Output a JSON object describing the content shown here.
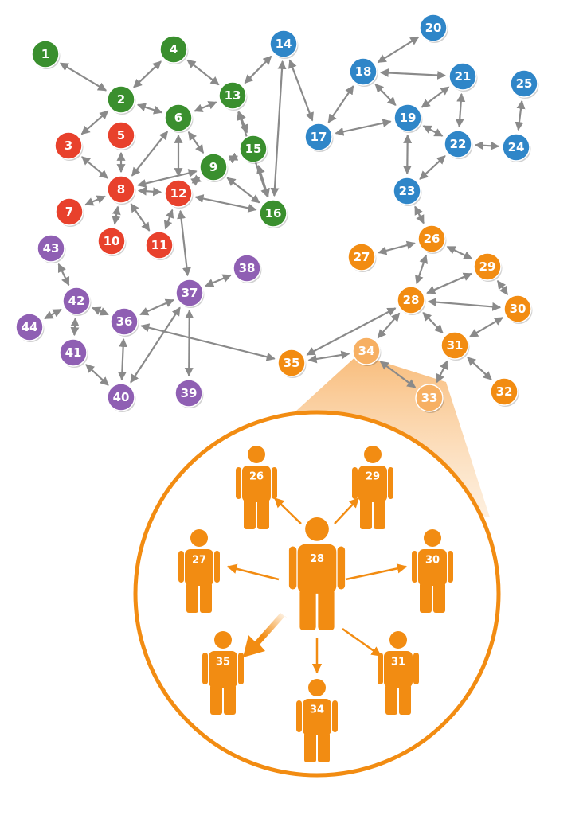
{
  "colors": {
    "green": "#3a8f2e",
    "red": "#e8412c",
    "blue": "#2f86c8",
    "orange": "#f28c12",
    "orange_light": "#f7b063",
    "purple": "#8f5fb3",
    "edge": "#8a8a8a"
  },
  "nodes": [
    {
      "id": "1",
      "label": "1",
      "group": "green"
    },
    {
      "id": "2",
      "label": "2",
      "group": "green"
    },
    {
      "id": "3",
      "label": "3",
      "group": "red"
    },
    {
      "id": "4",
      "label": "4",
      "group": "green"
    },
    {
      "id": "5",
      "label": "5",
      "group": "red"
    },
    {
      "id": "6",
      "label": "6",
      "group": "green"
    },
    {
      "id": "7",
      "label": "7",
      "group": "red"
    },
    {
      "id": "8",
      "label": "8",
      "group": "red"
    },
    {
      "id": "9",
      "label": "9",
      "group": "green"
    },
    {
      "id": "10",
      "label": "10",
      "group": "red"
    },
    {
      "id": "11",
      "label": "11",
      "group": "red"
    },
    {
      "id": "12",
      "label": "12",
      "group": "red"
    },
    {
      "id": "13",
      "label": "13",
      "group": "green"
    },
    {
      "id": "14",
      "label": "14",
      "group": "blue"
    },
    {
      "id": "15",
      "label": "15",
      "group": "green"
    },
    {
      "id": "16",
      "label": "16",
      "group": "green"
    },
    {
      "id": "17",
      "label": "17",
      "group": "blue"
    },
    {
      "id": "18",
      "label": "18",
      "group": "blue"
    },
    {
      "id": "19",
      "label": "19",
      "group": "blue"
    },
    {
      "id": "20",
      "label": "20",
      "group": "blue"
    },
    {
      "id": "21",
      "label": "21",
      "group": "blue"
    },
    {
      "id": "22",
      "label": "22",
      "group": "blue"
    },
    {
      "id": "23",
      "label": "23",
      "group": "blue"
    },
    {
      "id": "24",
      "label": "24",
      "group": "blue"
    },
    {
      "id": "25",
      "label": "25",
      "group": "blue"
    },
    {
      "id": "26",
      "label": "26",
      "group": "orange"
    },
    {
      "id": "27",
      "label": "27",
      "group": "orange"
    },
    {
      "id": "28",
      "label": "28",
      "group": "orange"
    },
    {
      "id": "29",
      "label": "29",
      "group": "orange"
    },
    {
      "id": "30",
      "label": "30",
      "group": "orange"
    },
    {
      "id": "31",
      "label": "31",
      "group": "orange"
    },
    {
      "id": "32",
      "label": "32",
      "group": "orange"
    },
    {
      "id": "33",
      "label": "33",
      "group": "orange_light"
    },
    {
      "id": "34",
      "label": "34",
      "group": "orange_light"
    },
    {
      "id": "35",
      "label": "35",
      "group": "orange"
    },
    {
      "id": "36",
      "label": "36",
      "group": "purple"
    },
    {
      "id": "37",
      "label": "37",
      "group": "purple"
    },
    {
      "id": "38",
      "label": "38",
      "group": "purple"
    },
    {
      "id": "39",
      "label": "39",
      "group": "purple"
    },
    {
      "id": "40",
      "label": "40",
      "group": "purple"
    },
    {
      "id": "41",
      "label": "41",
      "group": "purple"
    },
    {
      "id": "42",
      "label": "42",
      "group": "purple"
    },
    {
      "id": "43",
      "label": "43",
      "group": "purple"
    },
    {
      "id": "44",
      "label": "44",
      "group": "purple"
    }
  ],
  "edges": [
    [
      "1",
      "2"
    ],
    [
      "2",
      "4"
    ],
    [
      "4",
      "13"
    ],
    [
      "2",
      "3"
    ],
    [
      "2",
      "6"
    ],
    [
      "6",
      "13"
    ],
    [
      "13",
      "14"
    ],
    [
      "13",
      "15"
    ],
    [
      "6",
      "8"
    ],
    [
      "6",
      "12"
    ],
    [
      "6",
      "9"
    ],
    [
      "5",
      "8"
    ],
    [
      "3",
      "8"
    ],
    [
      "7",
      "8"
    ],
    [
      "8",
      "10"
    ],
    [
      "8",
      "11"
    ],
    [
      "8",
      "12"
    ],
    [
      "8",
      "9"
    ],
    [
      "12",
      "11"
    ],
    [
      "12",
      "9"
    ],
    [
      "9",
      "15"
    ],
    [
      "9",
      "16"
    ],
    [
      "12",
      "16"
    ],
    [
      "15",
      "16"
    ],
    [
      "14",
      "16"
    ],
    [
      "13",
      "16"
    ],
    [
      "12",
      "37"
    ],
    [
      "14",
      "17"
    ],
    [
      "17",
      "18"
    ],
    [
      "17",
      "19"
    ],
    [
      "18",
      "20"
    ],
    [
      "18",
      "21"
    ],
    [
      "18",
      "19"
    ],
    [
      "19",
      "21"
    ],
    [
      "19",
      "22"
    ],
    [
      "19",
      "23"
    ],
    [
      "21",
      "22"
    ],
    [
      "22",
      "24"
    ],
    [
      "22",
      "23"
    ],
    [
      "24",
      "25"
    ],
    [
      "23",
      "26"
    ],
    [
      "26",
      "27"
    ],
    [
      "26",
      "28"
    ],
    [
      "26",
      "29"
    ],
    [
      "28",
      "29"
    ],
    [
      "29",
      "30"
    ],
    [
      "28",
      "30"
    ],
    [
      "28",
      "31"
    ],
    [
      "30",
      "31"
    ],
    [
      "28",
      "34"
    ],
    [
      "31",
      "32"
    ],
    [
      "31",
      "33"
    ],
    [
      "28",
      "35"
    ],
    [
      "34",
      "35"
    ],
    [
      "34",
      "33"
    ],
    [
      "35",
      "36"
    ],
    [
      "36",
      "37"
    ],
    [
      "37",
      "38"
    ],
    [
      "37",
      "39"
    ],
    [
      "37",
      "40"
    ],
    [
      "36",
      "40"
    ],
    [
      "42",
      "36"
    ],
    [
      "42",
      "43"
    ],
    [
      "42",
      "44"
    ],
    [
      "42",
      "41"
    ],
    [
      "41",
      "40"
    ]
  ],
  "zoom": {
    "center": {
      "id": "28",
      "label": "28"
    },
    "neighbors": [
      {
        "id": "26",
        "label": "26"
      },
      {
        "id": "29",
        "label": "29"
      },
      {
        "id": "27",
        "label": "27"
      },
      {
        "id": "30",
        "label": "30"
      },
      {
        "id": "35",
        "label": "35"
      },
      {
        "id": "31",
        "label": "31"
      },
      {
        "id": "34",
        "label": "34"
      }
    ]
  }
}
